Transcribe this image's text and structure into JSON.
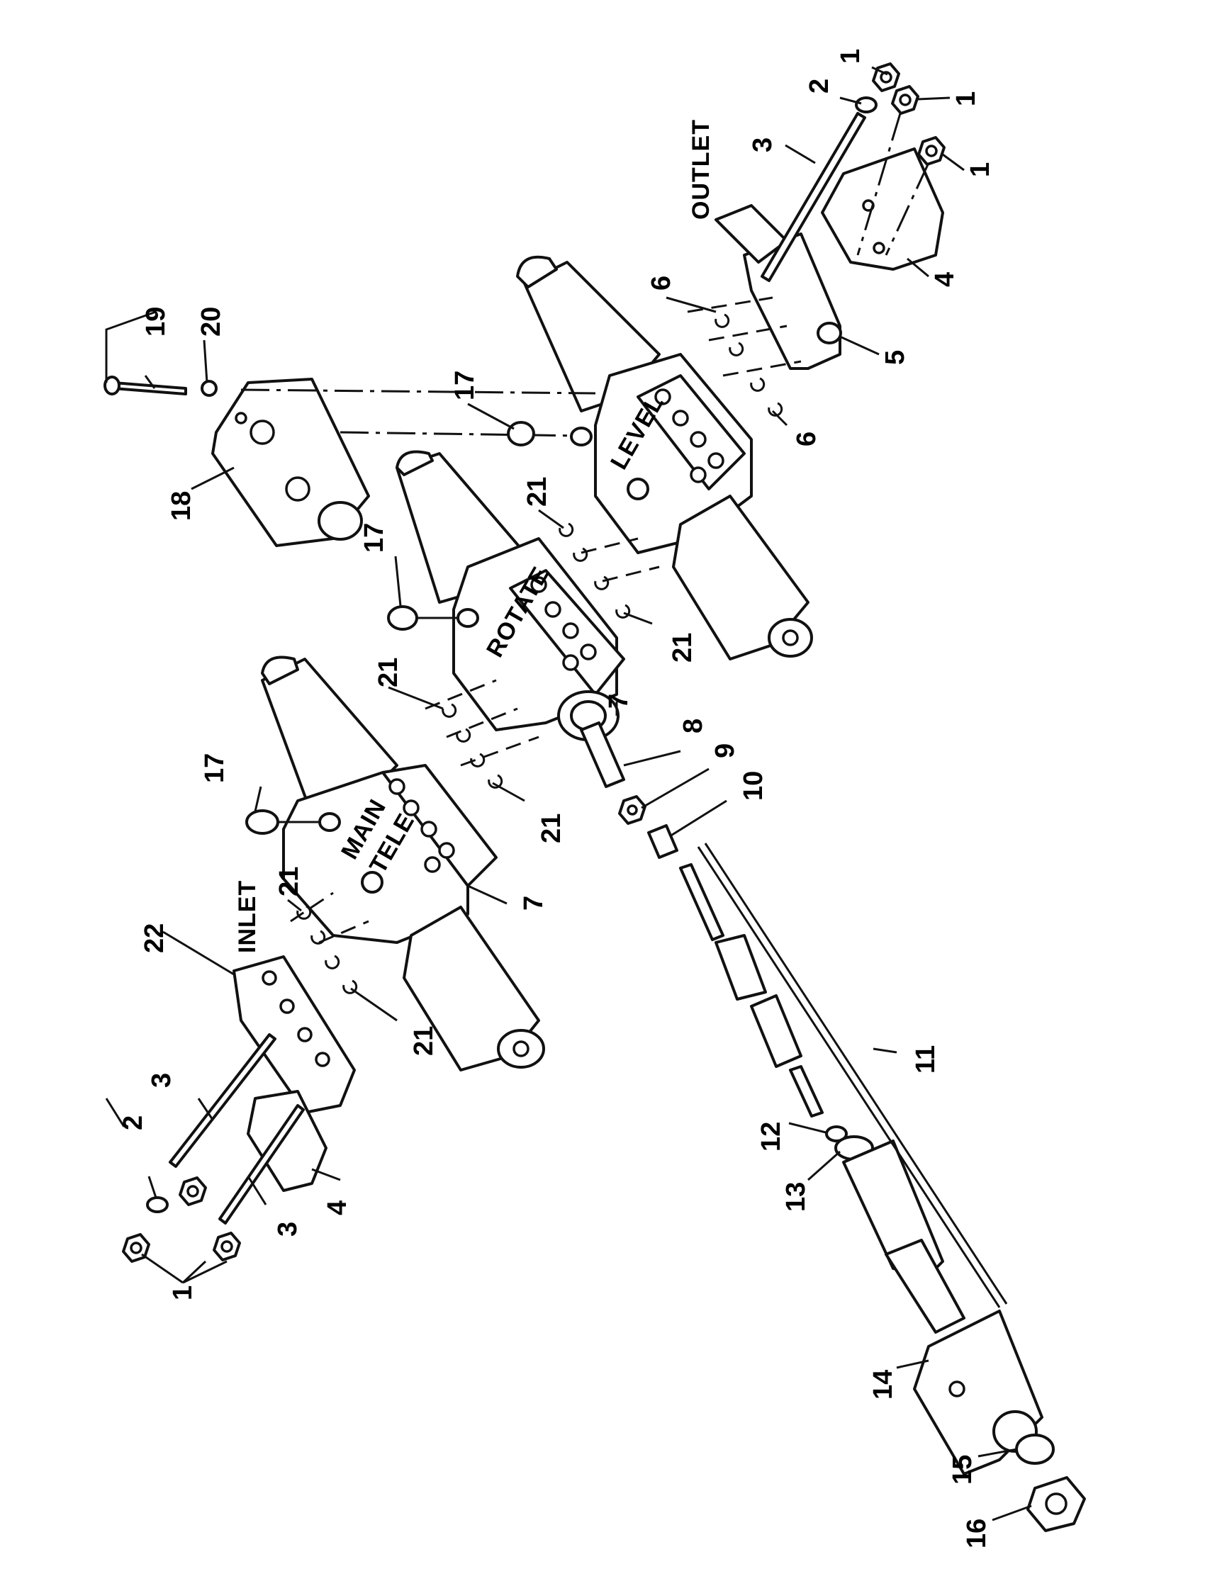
{
  "sections": {
    "inlet": "INLET",
    "outlet": "OUTLET",
    "main": "MAIN",
    "tele": "TELE",
    "rotate": "ROTATE",
    "level": "LEVEL"
  },
  "callouts": {
    "c1a": "1",
    "c1b": "1",
    "c1c": "1",
    "c1d": "1",
    "c2a": "2",
    "c2b": "2",
    "c3a": "3",
    "c3b": "3",
    "c3c": "3",
    "c4a": "4",
    "c4b": "4",
    "c5": "5",
    "c6a": "6",
    "c6b": "6",
    "c7a": "7",
    "c7b": "7",
    "c8": "8",
    "c9": "9",
    "c10": "10",
    "c11": "11",
    "c12": "12",
    "c13": "13",
    "c14": "14",
    "c15": "15",
    "c16": "16",
    "c17a": "17",
    "c17b": "17",
    "c17c": "17",
    "c18": "18",
    "c19": "19",
    "c20": "20",
    "c21a": "21",
    "c21b": "21",
    "c21c": "21",
    "c21d": "21",
    "c21e": "21",
    "c21f": "21",
    "c22": "22"
  }
}
